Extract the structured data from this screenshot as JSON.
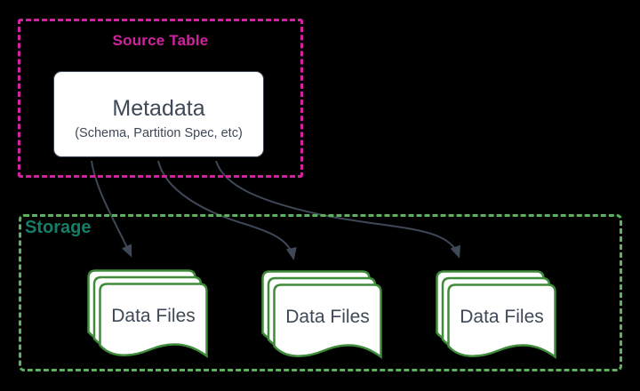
{
  "diagram_type": "flow-diagram",
  "source_table": {
    "title": "Source Table",
    "metadata_node": {
      "title": "Metadata",
      "subtitle": "(Schema, Partition Spec, etc)"
    }
  },
  "storage": {
    "title": "Storage",
    "data_files": [
      {
        "label": "Data Files"
      },
      {
        "label": "Data Files"
      },
      {
        "label": "Data Files"
      }
    ]
  },
  "arrows": {
    "count": 3,
    "from": "Metadata",
    "to": "Data Files"
  },
  "icons": {
    "data_files_shape": "document-stack-icon"
  },
  "colors": {
    "background": "#000000",
    "source_border": "#D2239E",
    "source_label": "#D2239E",
    "storage_border": "#5CB25C",
    "storage_label": "#147E66",
    "node_background": "#FFFFFF",
    "node_border": "#3E4857",
    "file_border": "#3F8C3A",
    "file_fill": "#FFFFFF",
    "text": "#3E4857",
    "arrow": "#3E4857"
  }
}
